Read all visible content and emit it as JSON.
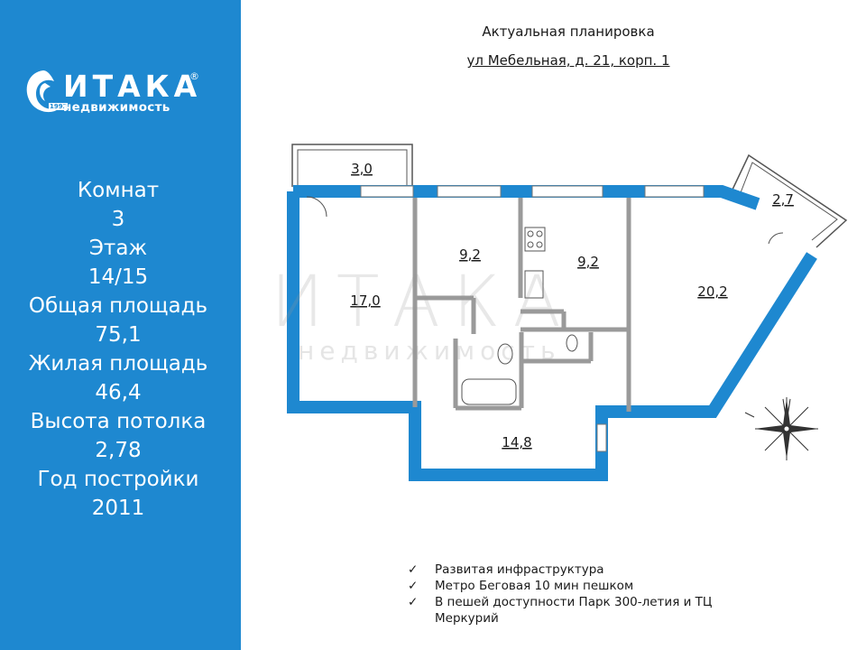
{
  "brand": {
    "name": "ИТАКА",
    "sub": "недвижимость",
    "year": "1993",
    "reg": "®"
  },
  "stats": [
    {
      "label": "Комнат",
      "value": "3"
    },
    {
      "label": "Этаж",
      "value": "14/15"
    },
    {
      "label": "Общая площадь",
      "value": "75,1"
    },
    {
      "label": "Жилая площадь",
      "value": "46,4"
    },
    {
      "label": "Высота потолка",
      "value": "2,78"
    },
    {
      "label": "Год постройки",
      "value": "2011"
    }
  ],
  "plan": {
    "title": "Актуальная планировка",
    "address": "ул Мебельная, д. 21, корп. 1",
    "rooms": {
      "balcony_left": "3,0",
      "balcony_right": "2,7",
      "room_left": "17,0",
      "room_a": "9,2",
      "room_b": "9,2",
      "room_right": "20,2",
      "hall": "14,8"
    }
  },
  "features": [
    "Развитая инфраструктура",
    "Метро Беговая  10 мин пешком",
    "В пешей доступности Парк 300-летия и ТЦ Меркурий"
  ],
  "check_glyph": "✓",
  "colors": {
    "sidebar": "#1e88d0",
    "wall": "#1e88d0"
  }
}
